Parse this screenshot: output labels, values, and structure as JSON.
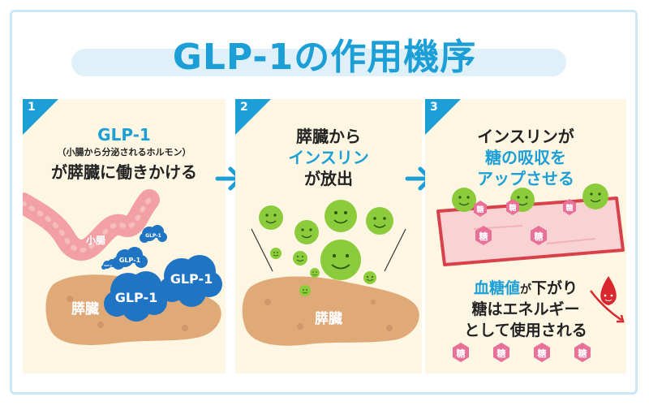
{
  "title": "GLP-1の作用機序",
  "panels": [
    {
      "number": "1",
      "line1": "GLP-1",
      "line2": "（小腸から分泌されるホルモン）",
      "line3": "が膵臓に働きかける",
      "intestine_label": "小腸",
      "pancreas_label": "膵臓",
      "cloud_label": "GLP-1"
    },
    {
      "number": "2",
      "line1": "膵臓から",
      "line2": "インスリン",
      "line3": "が放出",
      "pancreas_label": "膵臓"
    },
    {
      "number": "3",
      "line1": "インスリンが",
      "line2": "糖の吸収を",
      "line3": "アップさせる",
      "sugar_label": "糖",
      "bottom1_blue": "血糖値",
      "bottom1_rest_small": "が",
      "bottom1_rest": "下がり",
      "bottom2": "糖はエネルギー",
      "bottom3": "として使用される"
    }
  ],
  "colors": {
    "accent": "#1b9fd6",
    "panel_bg": "#fdf6e3",
    "pancreas": "#e0aa78",
    "intestine": "#f2a0a3",
    "insulin": "#8ccc3c",
    "sugar": "#e8719a"
  }
}
